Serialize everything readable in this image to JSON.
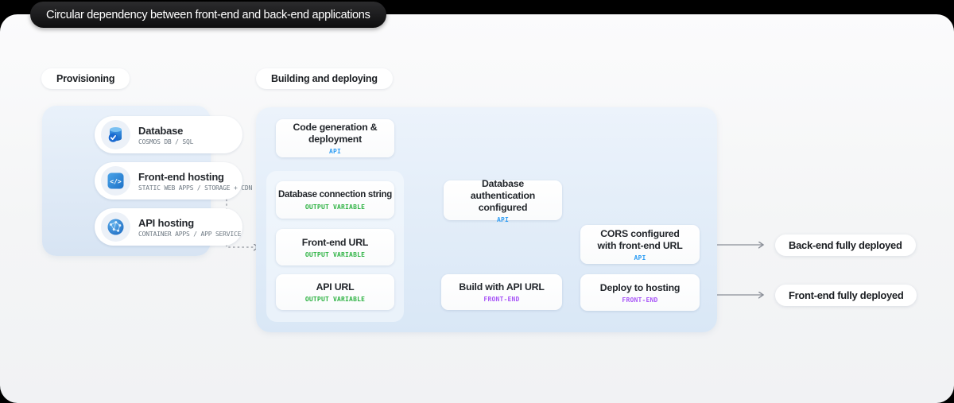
{
  "title": "Circular dependency between front-end and back-end applications",
  "section_labels": {
    "provisioning": "Provisioning",
    "building": "Building and deploying"
  },
  "provisioning_cards": [
    {
      "title": "Database",
      "subtitle": "COSMOS DB / SQL",
      "icon": "database-icon"
    },
    {
      "title": "Front-end hosting",
      "subtitle": "STATIC WEB APPS / STORAGE + CDN",
      "icon": "code-icon"
    },
    {
      "title": "API hosting",
      "subtitle": "CONTAINER APPS / APP SERVICE",
      "icon": "globe-icon"
    }
  ],
  "flow_cards": {
    "code_generation": {
      "title": "Code generation & deployment",
      "tag": "API"
    },
    "db_connection": {
      "title": "Database connection string",
      "tag": "OUTPUT VARIABLE"
    },
    "frontend_url": {
      "title": "Front-end URL",
      "tag": "OUTPUT VARIABLE"
    },
    "api_url": {
      "title": "API URL",
      "tag": "OUTPUT VARIABLE"
    },
    "db_auth": {
      "title": "Database authentication configured",
      "tag": "API"
    },
    "cors": {
      "title": "CORS configured with front-end URL",
      "tag": "API"
    },
    "build": {
      "title": "Build with API URL",
      "tag": "FRONT-END"
    },
    "deploy": {
      "title": "Deploy to hosting",
      "tag": "FRONT-END"
    }
  },
  "outcomes": {
    "backend": "Back-end fully deployed",
    "frontend": "Front-end fully deployed"
  },
  "colors": {
    "tag_api": "#2e9df4",
    "tag_output_variable": "#2fb344",
    "tag_front_end": "#a855f7",
    "icon_blue": "#2e86d8",
    "arrow": "#8a8f98",
    "panel_blue": "#dfeaf7"
  }
}
